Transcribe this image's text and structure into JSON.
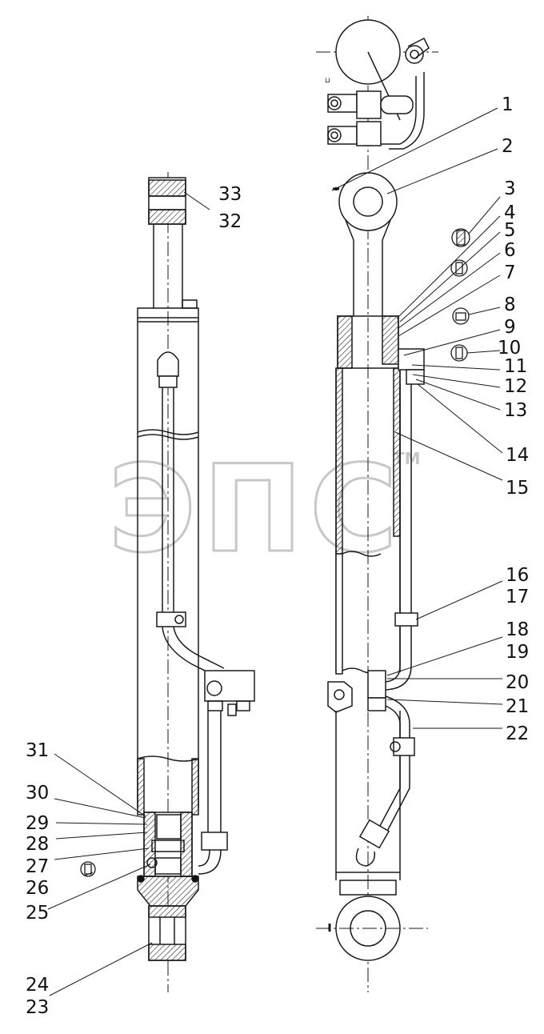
{
  "callouts": {
    "right": [
      "1",
      "2",
      "3",
      "4",
      "5",
      "6",
      "7",
      "8",
      "9",
      "10",
      "11",
      "12",
      "13",
      "14",
      "15",
      "16",
      "17",
      "18",
      "19",
      "20",
      "21",
      "22"
    ],
    "left": [
      "23",
      "24",
      "25",
      "26",
      "27",
      "28",
      "29",
      "30",
      "31",
      "32",
      "33"
    ]
  },
  "watermark": {
    "text": "ЭПС",
    "tm": "TM"
  },
  "colors": {
    "line": "#1a1a1a",
    "hatch": "#222222",
    "watermark": "#b9b9b9"
  }
}
